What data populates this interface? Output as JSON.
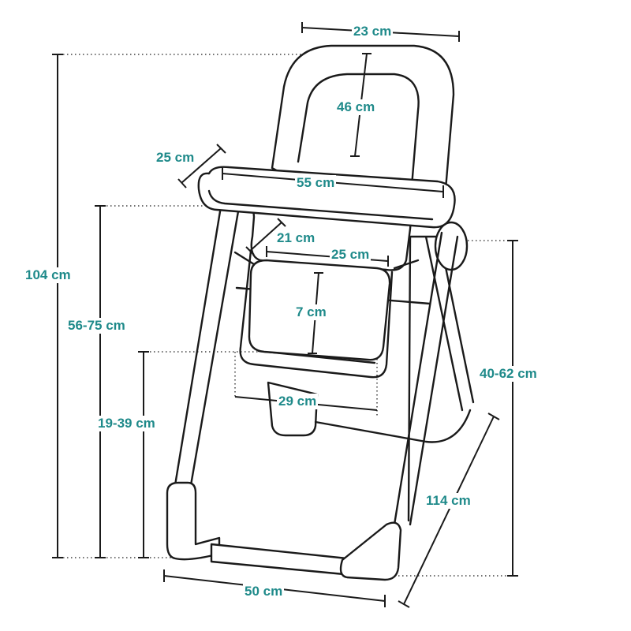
{
  "accent_color": "#1f8a8a",
  "line_color": "#1a1a1a",
  "dimensions": {
    "headrest_width": "23 cm",
    "backrest_height": "46 cm",
    "tray_depth": "25 cm",
    "tray_width": "55 cm",
    "seat_depth": "21 cm",
    "seat_width": "25 cm",
    "backrest_gap": "7 cm",
    "footrest_width": "29 cm",
    "total_height": "104 cm",
    "tray_height": "56-75 cm",
    "seat_height": "19-39 cm",
    "side_height": "40-62 cm",
    "base_depth": "114 cm",
    "base_width": "50 cm"
  }
}
